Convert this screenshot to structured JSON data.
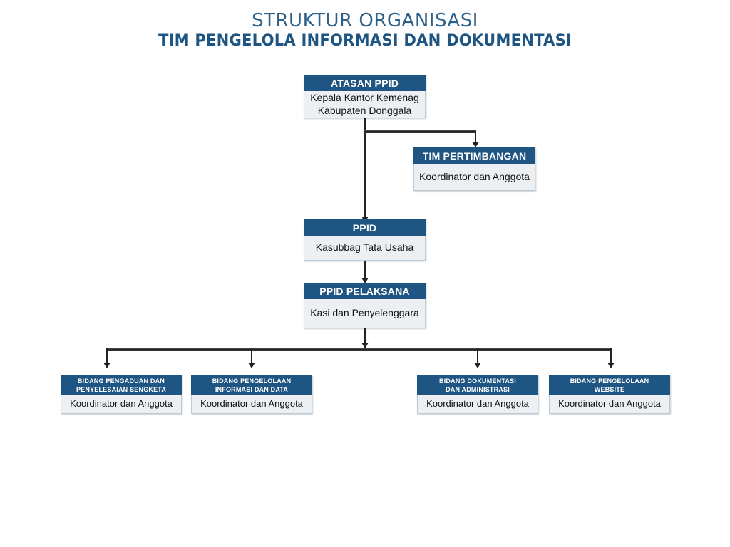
{
  "title": {
    "line1": "STRUKTUR ORGANISASI",
    "line2": "TIM PENGELOLA INFORMASI DAN DOKUMENTASI"
  },
  "colors": {
    "header_fill": "#1F5582",
    "body_fill": "#EDF0F2",
    "title_line1": "#2E6189",
    "title_line2": "#1F5582",
    "connector": "#222222",
    "body_border": "#B9CBDA"
  },
  "chart_data": {
    "type": "diagram",
    "diagram_kind": "organization-chart",
    "title": "STRUKTUR ORGANISASI TIM PENGELOLA INFORMASI DAN DOKUMENTASI",
    "nodes": [
      {
        "id": "atasan_ppid",
        "header": "ATASAN PPID",
        "body": "Kepala Kantor Kemenag\nKabupaten Donggala",
        "level": 0
      },
      {
        "id": "tim_pertimbangan",
        "header": "TIM PERTIMBANGAN",
        "body": "Koordinator dan Anggota",
        "level": 1
      },
      {
        "id": "ppid",
        "header": "PPID",
        "body": "Kasubbag Tata Usaha",
        "level": 1
      },
      {
        "id": "ppid_pelaksana",
        "header": "PPID PELAKSANA",
        "body": "Kasi dan Penyelenggara",
        "level": 2
      },
      {
        "id": "bidang_pengaduan",
        "header": "BIDANG PENGADUAN DAN PENYELESAIAN SENGKETA",
        "body": "Koordinator dan Anggota",
        "level": 3
      },
      {
        "id": "bidang_informasi",
        "header": "BIDANG PENGELOLAAN INFORMASI DAN DATA",
        "body": "Koordinator dan Anggota",
        "level": 3
      },
      {
        "id": "bidang_dokumentasi",
        "header": "BIDANG DOKUMENTASI DAN ADMINISTRASI",
        "body": "Koordinator dan Anggota",
        "level": 3
      },
      {
        "id": "bidang_website",
        "header": "BIDANG PENGELOLAAN WEBSITE",
        "body": "Koordinator dan Anggota",
        "level": 3
      }
    ],
    "edges": [
      {
        "from": "atasan_ppid",
        "to": "tim_pertimbangan"
      },
      {
        "from": "atasan_ppid",
        "to": "ppid"
      },
      {
        "from": "ppid",
        "to": "ppid_pelaksana"
      },
      {
        "from": "ppid_pelaksana",
        "to": "bidang_pengaduan"
      },
      {
        "from": "ppid_pelaksana",
        "to": "bidang_informasi"
      },
      {
        "from": "ppid_pelaksana",
        "to": "bidang_dokumentasi"
      },
      {
        "from": "ppid_pelaksana",
        "to": "bidang_website"
      }
    ]
  },
  "nodes": {
    "atasan_ppid": {
      "header": "ATASAN PPID",
      "body_line1": "Kepala Kantor Kemenag",
      "body_line2": "Kabupaten Donggala"
    },
    "tim_pertimbangan": {
      "header": "TIM PERTIMBANGAN",
      "body": "Koordinator dan Anggota"
    },
    "ppid": {
      "header": "PPID",
      "body": "Kasubbag Tata Usaha"
    },
    "ppid_pelaksana": {
      "header": "PPID PELAKSANA",
      "body": "Kasi dan Penyelenggara"
    },
    "bidang_pengaduan": {
      "header_line1": "BIDANG PENGADUAN DAN",
      "header_line2": "PENYELESAIAN SENGKETA",
      "body": "Koordinator dan Anggota"
    },
    "bidang_informasi": {
      "header_line1": "BIDANG PENGELOLAAN",
      "header_line2": "INFORMASI DAN DATA",
      "body": "Koordinator dan Anggota"
    },
    "bidang_dokumentasi": {
      "header_line1": "BIDANG DOKUMENTASI",
      "header_line2": "DAN ADMINISTRASI",
      "body": "Koordinator dan Anggota"
    },
    "bidang_website": {
      "header_line1": "BIDANG PENGELOLAAN",
      "header_line2": "WEBSITE",
      "body": "Koordinator dan Anggota"
    }
  }
}
